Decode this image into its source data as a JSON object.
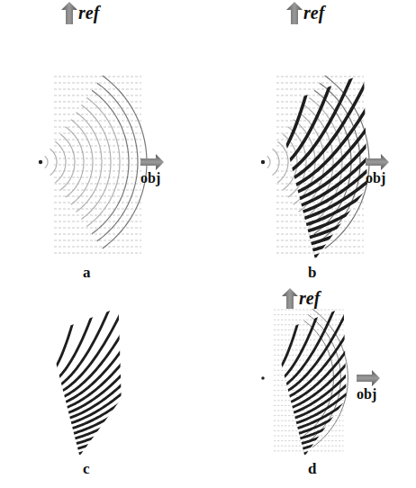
{
  "diagram": {
    "labels": [
      "ref",
      "obj",
      "a",
      "ref",
      "obj",
      "b",
      "c",
      "ref",
      "obj",
      "d"
    ]
  }
}
